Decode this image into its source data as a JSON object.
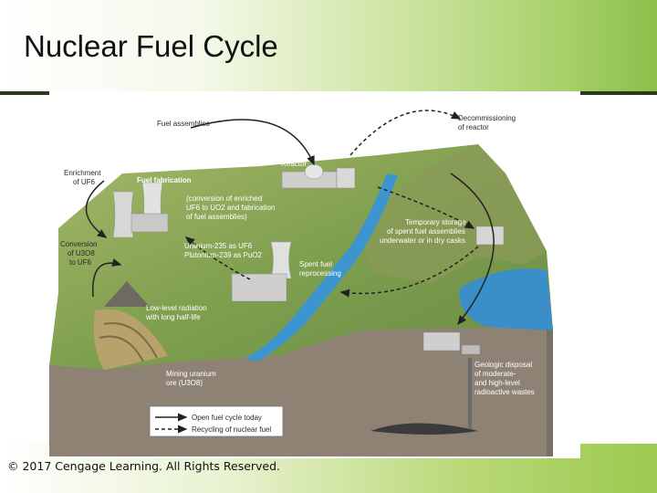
{
  "slide": {
    "title": "Nuclear Fuel Cycle",
    "copyright": "© 2017 Cengage Learning. All Rights Reserved."
  },
  "diagram": {
    "labels": {
      "fuel_assemblies": "Fuel assemblies",
      "decommissioning": [
        "Decommissioning",
        "of reactor"
      ],
      "enrichment": [
        "Enrichment",
        "of UF6"
      ],
      "fuel_fabrication": "Fuel fabrication",
      "fabrication_note": [
        "(conversion of enriched",
        "UF6 to UO2 and fabrication",
        "of fuel assemblies)"
      ],
      "reactor": "Reactor",
      "temporary_storage": [
        "Temporary storage",
        "of spent fuel assemblies",
        "underwater or in dry casks"
      ],
      "conversion": [
        "Conversion",
        "of U3O8",
        "to UF6"
      ],
      "uranium_plutonium": [
        "Uranium-235 as UF6",
        "Plutonium-239 as PuO2"
      ],
      "spent_fuel": [
        "Spent fuel",
        "reprocessing"
      ],
      "low_level": [
        "Low-level radiation",
        "with long half-life"
      ],
      "mining": [
        "Mining uranium",
        "ore (U3O8)"
      ],
      "geologic": [
        "Geologic disposal",
        "of moderate-",
        "and high-level",
        "radioactive wastes"
      ]
    },
    "legend": {
      "open_cycle": "Open fuel cycle today",
      "recycling": "Recycling of nuclear fuel"
    }
  }
}
